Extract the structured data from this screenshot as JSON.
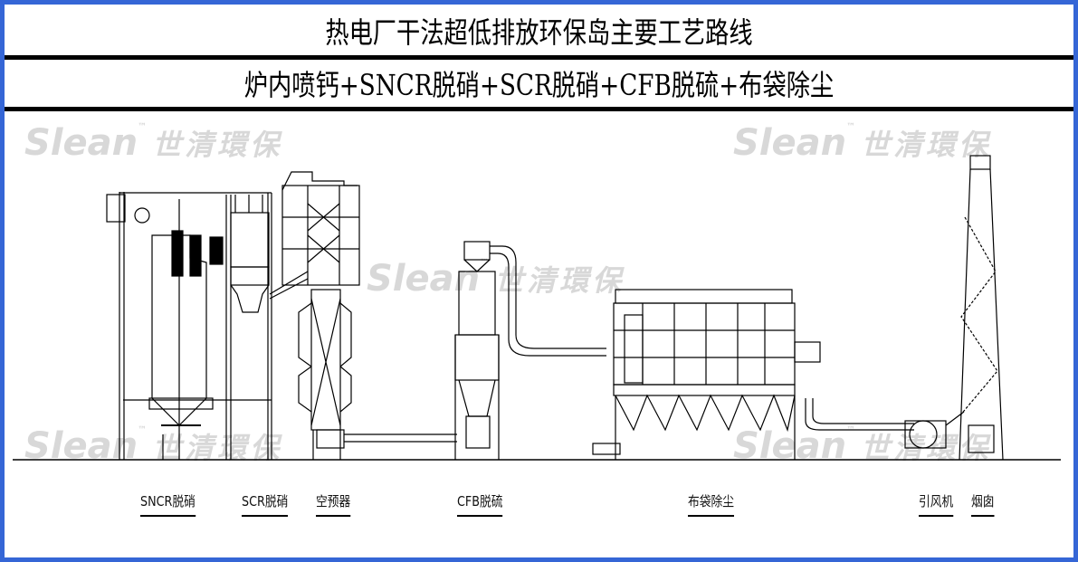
{
  "header": {
    "title": "热电厂干法超低排放环保岛主要工艺路线",
    "subtitle": "炉内喷钙+SNCR脱硝+SCR脱硝+CFB脱硫+布袋除尘"
  },
  "watermark": {
    "brand": "Slean",
    "tm": "™",
    "cn": "世清環保"
  },
  "labels": {
    "sncr": "SNCR脱硝",
    "scr": "SCR脱硝",
    "air_preheater": "空预器",
    "cfb": "CFB脱硫",
    "baghouse": "布袋除尘",
    "id_fan": "引风机",
    "chimney": "烟囱"
  },
  "colors": {
    "border": "#3566d6",
    "line": "#000000",
    "watermark": "#d8d8d8"
  }
}
